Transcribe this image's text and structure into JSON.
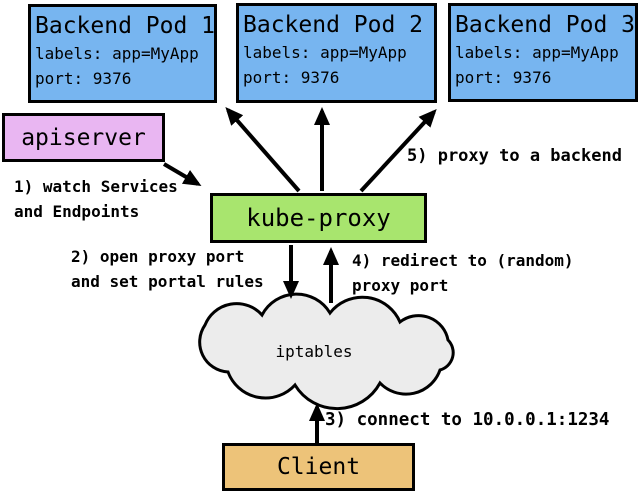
{
  "pods": [
    {
      "title": "Backend Pod 1",
      "labels": "labels: app=MyApp",
      "port": "port: 9376"
    },
    {
      "title": "Backend Pod 2",
      "labels": "labels: app=MyApp",
      "port": "port: 9376"
    },
    {
      "title": "Backend Pod 3",
      "labels": "labels: app=MyApp",
      "port": "port: 9376"
    }
  ],
  "nodes": {
    "apiserver": "apiserver",
    "kube_proxy": "kube-proxy",
    "iptables": "iptables",
    "client": "Client"
  },
  "annotations": {
    "step1": "1) watch Services\nand Endpoints",
    "step2": "2) open proxy port\nand set portal rules",
    "step3": "3) connect to 10.0.0.1:1234",
    "step4": "4) redirect to (random)\nproxy port",
    "step5": "5) proxy to a backend"
  },
  "colors": {
    "pod_fill": "#77b5f0",
    "apiserver_fill": "#e9b6f2",
    "kube_proxy_fill": "#a8e56e",
    "client_fill": "#edc379",
    "cloud_fill": "#ececec",
    "line": "#000000"
  }
}
